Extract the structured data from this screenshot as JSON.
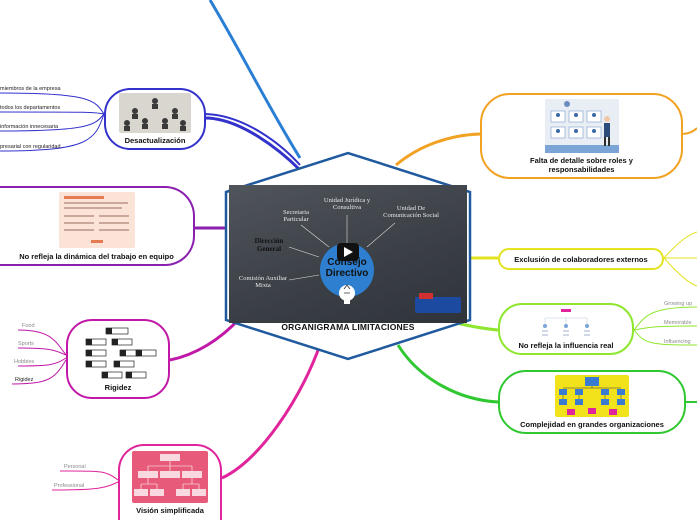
{
  "center": {
    "title": "ORGANIGRAMA LIMITACIONES",
    "video": {
      "heading_1": "Consejo",
      "heading_2": "Directivo",
      "labels": [
        "Secretaria Particular",
        "Unidad Jurídica y Consultiva",
        "Unidad De Comunicación Social",
        "Dirección General",
        "Comisión Auxiliar Mixta"
      ],
      "play_icon": "play-icon",
      "bulb_icon": "lightbulb-icon"
    }
  },
  "branches": {
    "desactualizacion": {
      "label": "Desactualización",
      "leaves": [
        "miembros de la empresa",
        "todos los departamentos",
        "información innecesaria",
        "presarial con regularidad"
      ]
    },
    "dinamica": {
      "label": "No refleja la dinámica del trabajo en equipo"
    },
    "rigidez": {
      "label": "Rigidez",
      "leaves": [
        "Food",
        "Sports",
        "Hobbies",
        "Rigidez"
      ]
    },
    "vision": {
      "label": "Visión simplificada",
      "leaves": [
        "Personal",
        "Professional"
      ]
    },
    "falta": {
      "label": "Falta de detalle sobre roles y responsabilidades"
    },
    "exclusion": {
      "label": "Exclusión de colaboradores externos"
    },
    "influencia": {
      "label": "No refleja la influencia real",
      "leaves": [
        "Growing up",
        "Memorable",
        "Influencing"
      ]
    },
    "complejidad": {
      "label": "Complejidad en grandes organizaciones"
    }
  },
  "colors": {
    "hexagon": "#1f5a9e",
    "desactualizacion": "#3333cc",
    "dinamica": "#8b1fb0",
    "rigidez": "#c218a8",
    "vision": "#e0249b",
    "falta": "#f2a222",
    "exclusion": "#e3e320",
    "influencia": "#8ee62e",
    "complejidad": "#30c830",
    "top_line": "#2a7fd4"
  }
}
